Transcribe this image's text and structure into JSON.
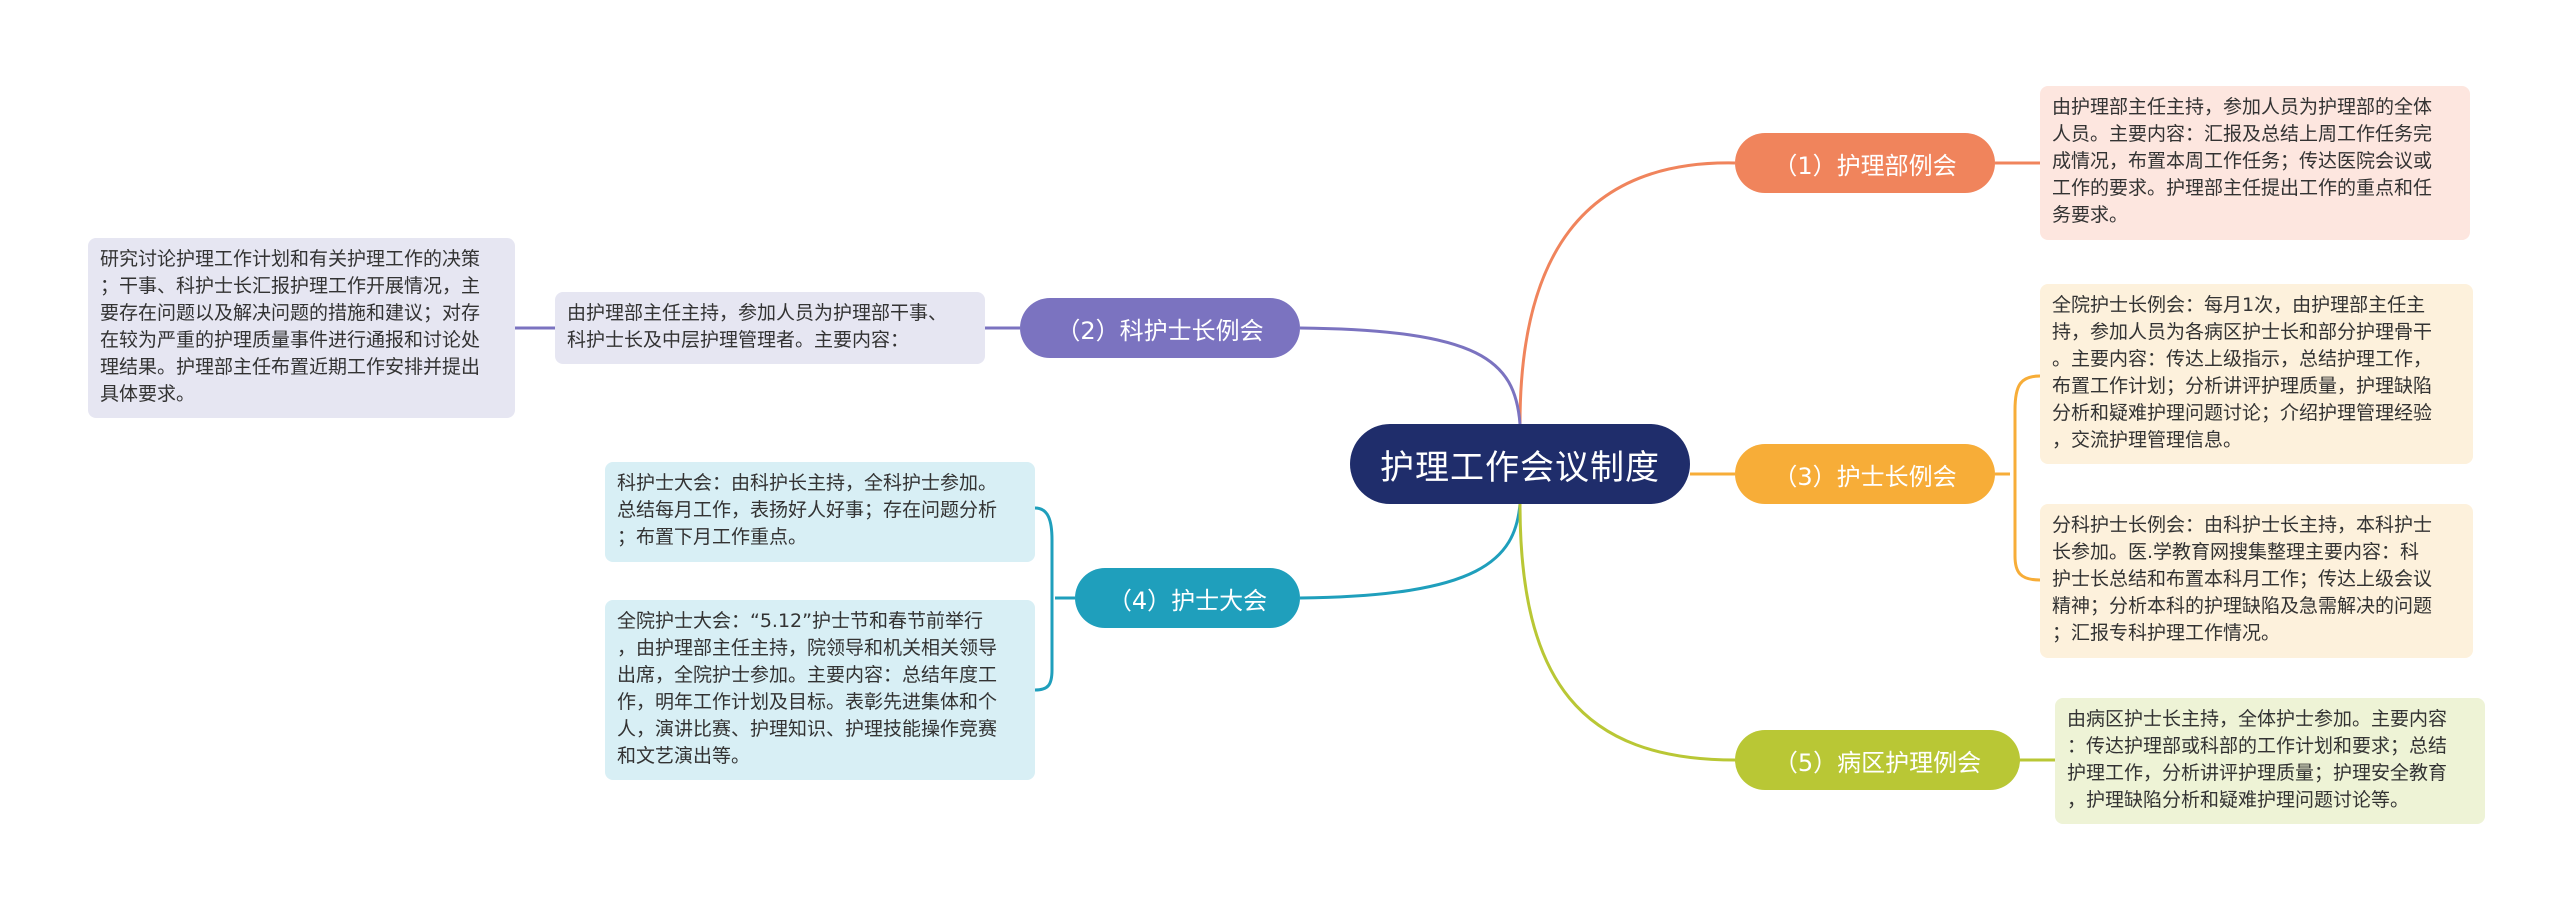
{
  "root": {
    "label": "护理工作会议制度"
  },
  "colors": {
    "root": "#1f2d6b",
    "b1": "#f0845c",
    "b1_leaf": "#fde6df",
    "b2": "#7b73c0",
    "b2_leaf": "#e6e6f2",
    "b3": "#f7ad38",
    "b3_leaf": "#fdf1dc",
    "b4": "#1f9fbc",
    "b4_leaf": "#d8eff5",
    "b5": "#b9c735",
    "b5_leaf": "#eef3d6"
  },
  "branches": {
    "b1": {
      "label": "（1）护理部例会",
      "leaves": [
        {
          "lines": [
            "由护理部主任主持，参加人员为护理部的全体",
            "人员。主要内容：汇报及总结上周工作任务完",
            "成情况，布置本周工作任务；传达医院会议或",
            "工作的要求。护理部主任提出工作的重点和任",
            "务要求。"
          ]
        }
      ]
    },
    "b2": {
      "label": "（2）科护士长例会",
      "leaves": [
        {
          "lines": [
            "由护理部主任主持，参加人员为护理部干事、",
            "科护士长及中层护理管理者。主要内容："
          ]
        }
      ],
      "sub_leaf": {
        "lines": [
          "研究讨论护理工作计划和有关护理工作的决策",
          "；干事、科护士长汇报护理工作开展情况，主",
          "要存在问题以及解决问题的措施和建议；对存",
          "在较为严重的护理质量事件进行通报和讨论处",
          "理结果。护理部主任布置近期工作安排并提出",
          "具体要求。"
        ]
      }
    },
    "b3": {
      "label": "（3）护士长例会",
      "leaves": [
        {
          "lines": [
            "全院护士长例会：每月1次，由护理部主任主",
            "持，参加人员为各病区护士长和部分护理骨干",
            "。主要内容：传达上级指示，总结护理工作，",
            "布置工作计划；分析讲评护理质量，护理缺陷",
            "分析和疑难护理问题讨论；介绍护理管理经验",
            "，交流护理管理信息。"
          ]
        },
        {
          "lines": [
            "分科护士长例会：由科护士长主持，本科护士",
            "长参加。医.学教育网搜集整理主要内容：科",
            "护士长总结和布置本科月工作；传达上级会议",
            "精神；分析本科的护理缺陷及急需解决的问题",
            "；汇报专科护理工作情况。"
          ]
        }
      ]
    },
    "b4": {
      "label": "（4）护士大会",
      "leaves": [
        {
          "lines": [
            "科护士大会：由科护长主持，全科护士参加。",
            "总结每月工作，表扬好人好事；存在问题分析",
            "；布置下月工作重点。"
          ]
        },
        {
          "lines": [
            "全院护士大会：“5.12”护士节和春节前举行",
            "，由护理部主任主持，院领导和机关相关领导",
            "出席，全院护士参加。主要内容：总结年度工",
            "作，明年工作计划及目标。表彰先进集体和个",
            "人，演讲比赛、护理知识、护理技能操作竞赛",
            "和文艺演出等。"
          ]
        }
      ]
    },
    "b5": {
      "label": "（5）病区护理例会",
      "leaves": [
        {
          "lines": [
            "由病区护士长主持，全体护士参加。主要内容",
            "：传达护理部或科部的工作计划和要求；总结",
            "护理工作，分析讲评护理质量；护理安全教育",
            "，护理缺陷分析和疑难护理问题讨论等。"
          ]
        }
      ]
    }
  }
}
